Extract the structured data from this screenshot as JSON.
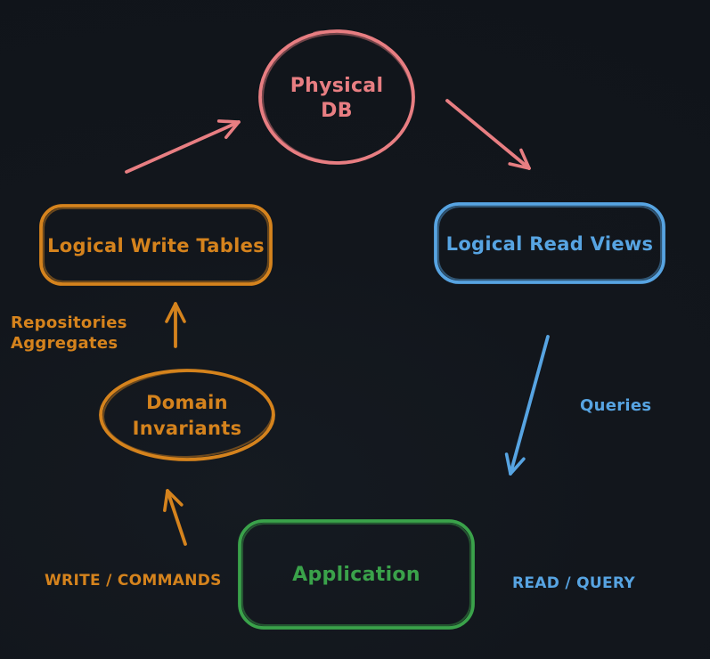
{
  "diagram": {
    "type": "flow-diagram",
    "topic": "CQRS data flow",
    "nodes": {
      "physical_db": {
        "shape": "circle",
        "lines": [
          "Physical",
          "DB"
        ],
        "color": "#e87e82"
      },
      "write_tables": {
        "shape": "rounded-rect",
        "label": "Logical Write Tables",
        "color": "#d5831d"
      },
      "read_views": {
        "shape": "rounded-rect",
        "label": "Logical Read Views",
        "color": "#57a4e2"
      },
      "domain_invariants": {
        "shape": "ellipse",
        "lines": [
          "Domain",
          "Invariants"
        ],
        "color": "#d5831d"
      },
      "application": {
        "shape": "rounded-rect",
        "label": "Application",
        "color": "#3aa24a"
      }
    },
    "edges": [
      {
        "name": "write-tables-to-physical-db",
        "color": "#e87e82",
        "direction": "up-right"
      },
      {
        "name": "physical-db-to-read-views",
        "color": "#e87e82",
        "direction": "down-right"
      },
      {
        "name": "invariants-to-write-tables",
        "color": "#d5831d",
        "direction": "up"
      },
      {
        "name": "application-to-invariants",
        "color": "#d5831d",
        "direction": "up-left"
      },
      {
        "name": "read-views-to-application",
        "color": "#57a4e2",
        "direction": "down-left"
      }
    ],
    "annotations": {
      "repositories": {
        "lines": [
          "Repositories",
          "Aggregates"
        ],
        "color": "#d5831d"
      },
      "queries": {
        "label": "Queries",
        "color": "#57a4e2"
      },
      "write_side": {
        "label": "WRITE / COMMANDS",
        "color": "#d5831d"
      },
      "read_side": {
        "label": "READ / QUERY",
        "color": "#57a4e2"
      }
    }
  },
  "colors": {
    "pink": "#e87e82",
    "orange": "#d5831d",
    "blue": "#57a4e2",
    "green": "#3aa24a",
    "background": "#12161c"
  }
}
